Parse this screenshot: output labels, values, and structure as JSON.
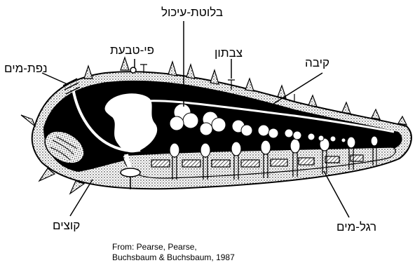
{
  "labels": {
    "digestive_gland": "בלוטת-עיכול",
    "mouth": "פי-טבעת",
    "water_pore": "נפת-מים",
    "papula": "צבתון",
    "stomach": "קיבה",
    "spines": "קוצים",
    "tube_feet": "רגל-מים"
  },
  "credit": {
    "line1": "From: Pearse, Pearse,",
    "line2": "Buchsbaum & Buchsbaum, 1987"
  },
  "colors": {
    "ink": "#000000",
    "background": "#ffffff"
  }
}
